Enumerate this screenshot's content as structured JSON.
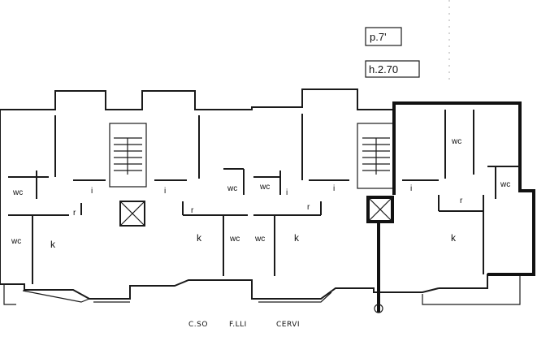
{
  "floor_tag": "p.7'",
  "height_tag": "h.2.70",
  "street": [
    "C.SO",
    "F.LLI",
    "CERVI"
  ],
  "room_labels": {
    "wc": "wc",
    "k": "k",
    "i": "i",
    "r": "r"
  }
}
